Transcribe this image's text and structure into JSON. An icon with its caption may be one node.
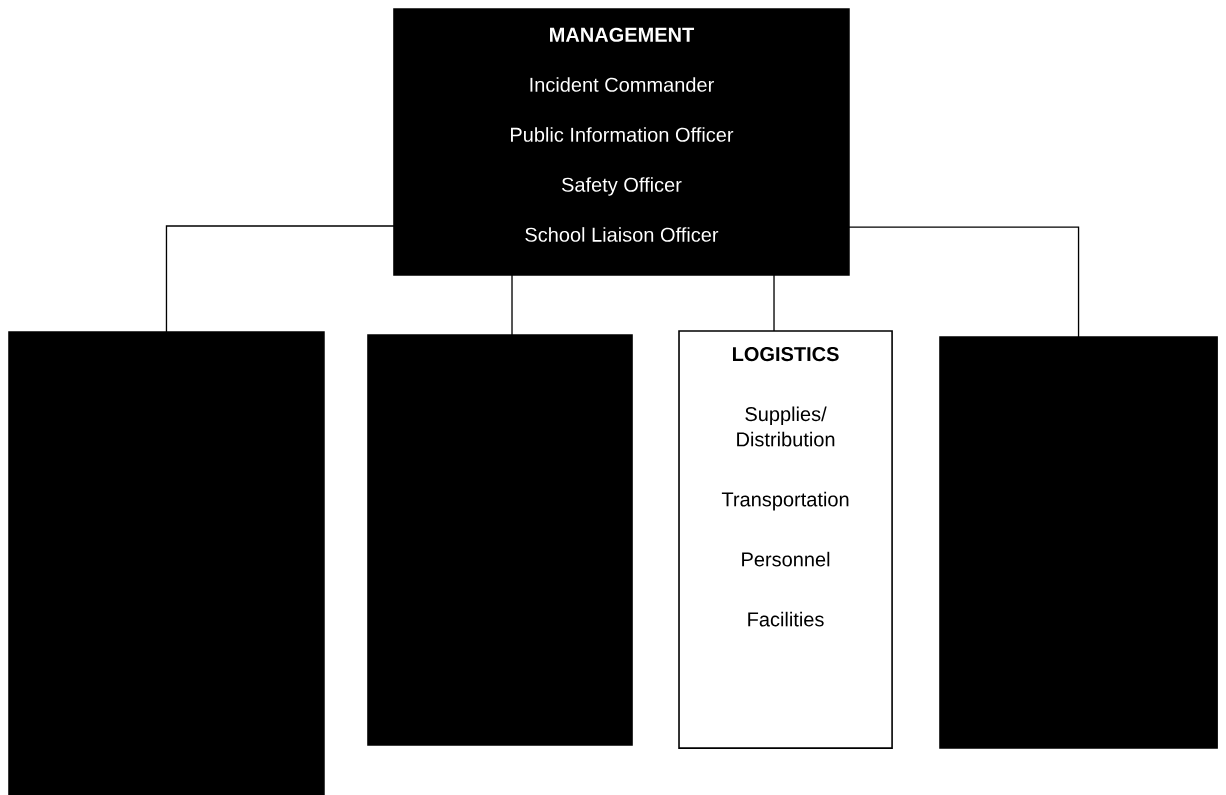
{
  "diagram": {
    "nodes": [
      {
        "text": [
          "MANAGEMENT",
          "Incident Commander",
          "Public Information Officer",
          "Safety Officer",
          "School Liaison Officer"
        ]
      },
      {
        "text": [],
        "shape": "box"
      },
      {
        "text": [],
        "shape": "box"
      },
      {
        "text": [
          "LOGISTICS",
          "Supplies/ Distribution",
          "Transportation",
          "Personnel",
          "Facilities"
        ]
      },
      {
        "text": [],
        "shape": "box"
      }
    ],
    "edges": [
      {
        "from": 0,
        "to": 1,
        "arrow": "none"
      },
      {
        "from": 0,
        "to": 2,
        "arrow": "none"
      },
      {
        "from": 0,
        "to": 3,
        "arrow": "none"
      },
      {
        "from": 0,
        "to": 4,
        "arrow": "none"
      }
    ]
  }
}
